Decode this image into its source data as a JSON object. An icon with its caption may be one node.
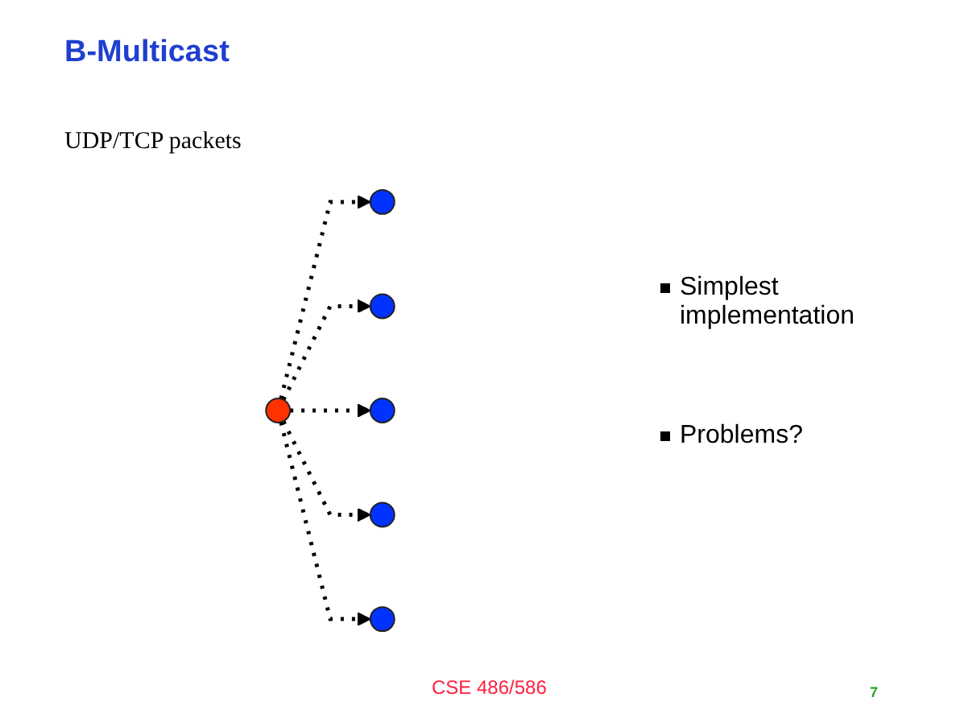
{
  "diagram": {
    "title": "B-Multicast",
    "nodes": [
      {
        "text": [],
        "shape": "circle"
      },
      {
        "text": [],
        "shape": "circle"
      },
      {
        "text": [],
        "shape": "circle"
      },
      {
        "text": [],
        "shape": "circle"
      },
      {
        "text": [],
        "shape": "circle"
      },
      {
        "text": [],
        "shape": "circle"
      }
    ],
    "edges": [
      {
        "from": 0,
        "to": 1,
        "arrow": "to",
        "style": "dashed"
      },
      {
        "from": 0,
        "to": 2,
        "arrow": "to",
        "style": "dashed"
      },
      {
        "from": 0,
        "to": 3,
        "arrow": "to",
        "style": "dashed"
      },
      {
        "from": 0,
        "to": 4,
        "arrow": "to",
        "style": "dashed"
      },
      {
        "from": 0,
        "to": 5,
        "arrow": "to",
        "style": "dashed"
      }
    ],
    "labels": [
      "UDP/TCP packets",
      "Simplest implementation",
      "Problems?",
      "CSE 486/586",
      "7"
    ]
  }
}
